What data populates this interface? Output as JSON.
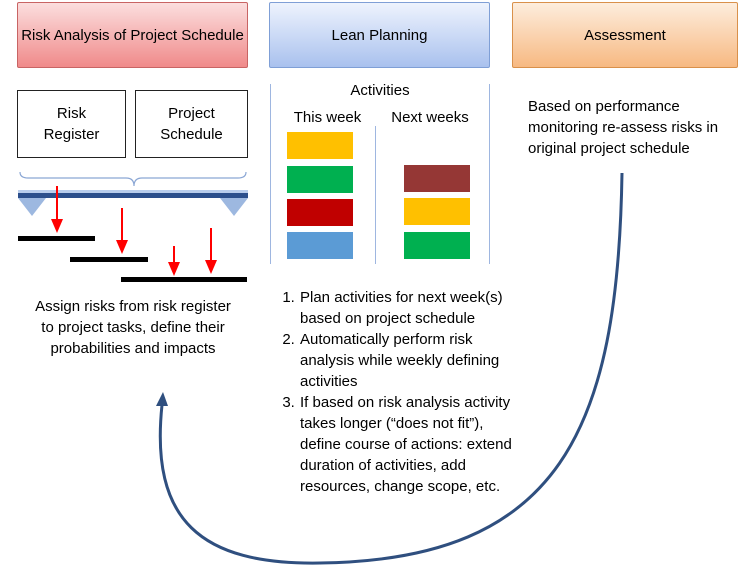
{
  "headers": {
    "risk_analysis": "Risk Analysis of Project Schedule",
    "lean_planning": "Lean Planning",
    "assessment": "Assessment"
  },
  "documents": {
    "risk_register": "Risk Register",
    "project_schedule": "Project Schedule"
  },
  "assign_text": "Assign risks from risk register to project tasks, define their probabilities and impacts",
  "activities": {
    "title": "Activities",
    "this_week": "This week",
    "next_weeks": "Next weeks",
    "this_week_colors": [
      "#ffc000",
      "#00b050",
      "#c00000",
      "#5b9bd5"
    ],
    "next_weeks_colors": [
      "#953735",
      "#ffc000",
      "#00b050"
    ]
  },
  "steps": [
    "Plan activities for next week(s) based on project schedule",
    "Automatically perform risk analysis while weekly defining activities",
    "If based on risk analysis activity takes longer (“does not fit”), define course of actions: extend duration of activities, add resources, change scope, etc."
  ],
  "assessment_text": "Based on performance monitoring re-assess risks in original project schedule",
  "colors": {
    "risk_header": "#f08a8a",
    "lean_header": "#a9c1ee",
    "assessment_header": "#f7b982",
    "risk_arrow": "#ff0000",
    "cycle_arrow": "#2f4f7f"
  }
}
